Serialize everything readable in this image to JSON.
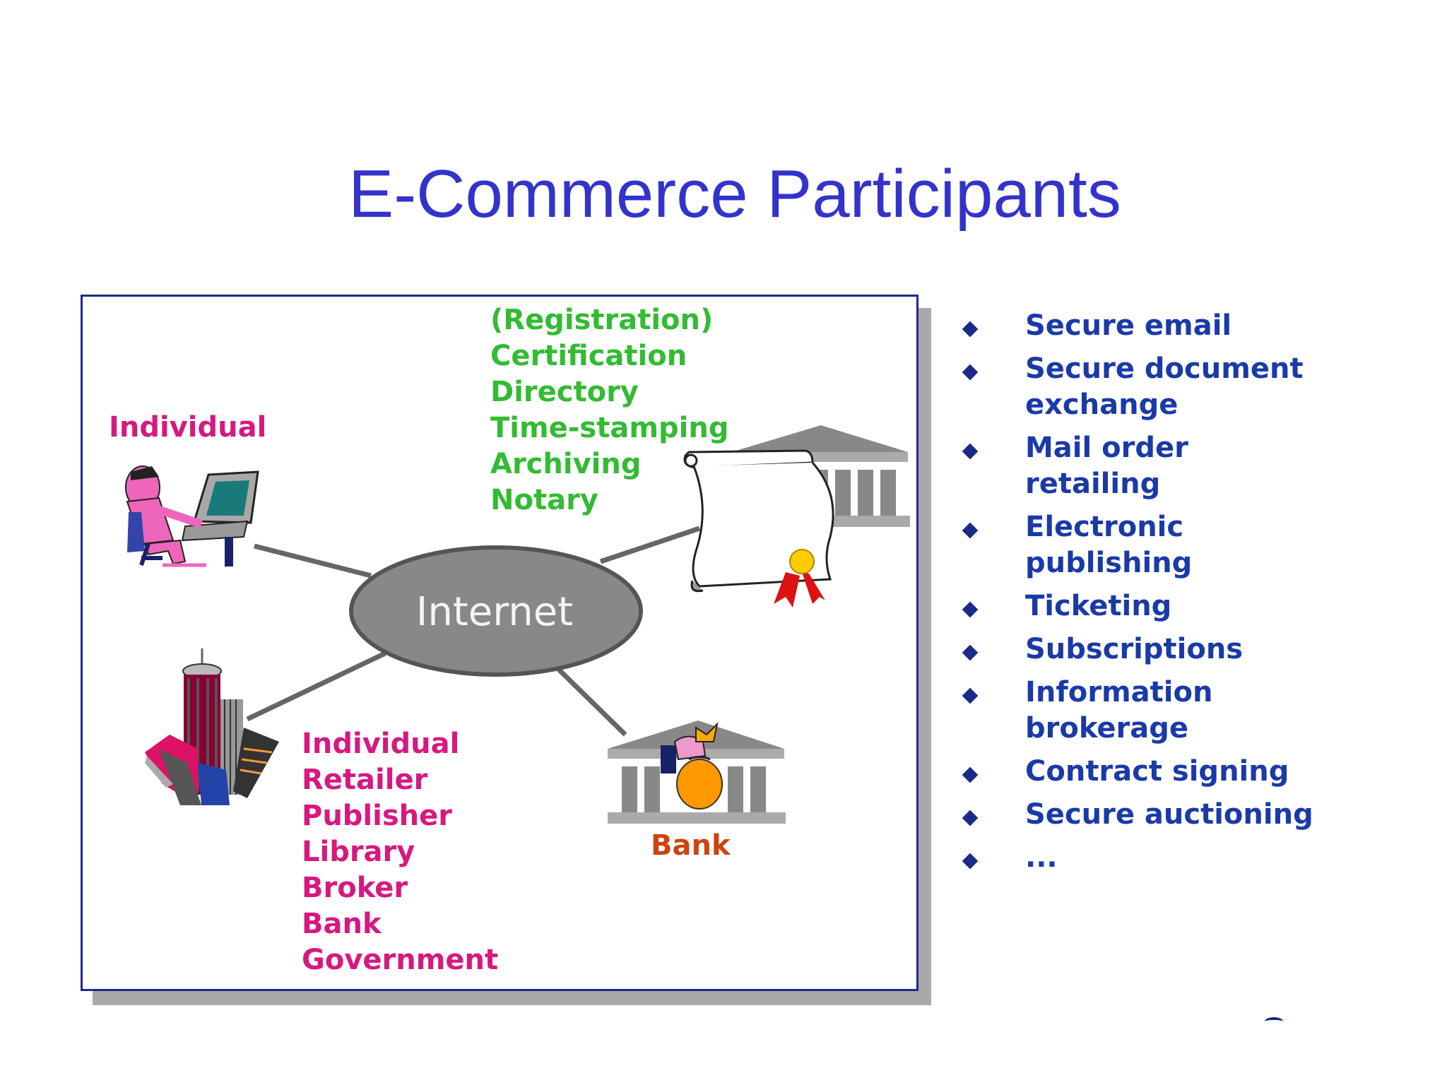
{
  "title": "E-Commerce Participants",
  "diagram": {
    "hub_label": "Internet",
    "individual_label": "Individual",
    "bank_label": "Bank",
    "services_list": [
      "(Registration)",
      "Certification",
      "Directory",
      "Time-stamping",
      "Archiving",
      "Notary"
    ],
    "organizations_list": [
      "Individual",
      "Retailer",
      "Publisher",
      "Library",
      "Broker",
      "Bank",
      "Government"
    ],
    "icons": [
      "person-at-computer-icon",
      "certificate-scroll-icon",
      "bank-building-icon",
      "city-buildings-icon",
      "money-bag-icon",
      "ribbon-seal-icon"
    ]
  },
  "bullets": [
    "Secure email",
    "Secure document exchange",
    "Mail order retailing",
    "Electronic publishing",
    "Ticketing",
    "Subscriptions",
    "Information brokerage",
    "Contract signing",
    "Secure auctioning",
    "..."
  ],
  "colors": {
    "title": "#3333cc",
    "services": "#33bb33",
    "organizations": "#d6197f",
    "bank": "#cc4411",
    "bullets": "#1a3aa8",
    "frame": "#1c2a8c"
  }
}
